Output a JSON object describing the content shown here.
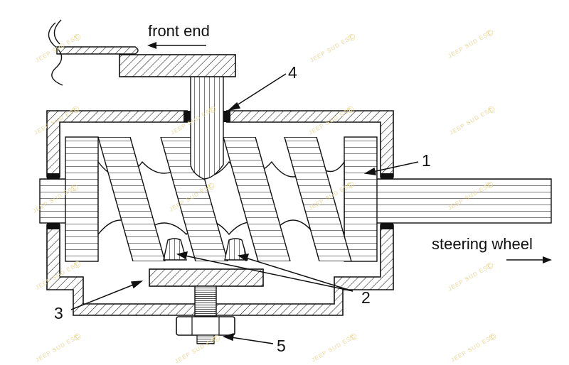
{
  "labels": {
    "front_end": "front end",
    "steering_wheel": "steering wheel"
  },
  "callouts": {
    "c1": "1",
    "c2": "2",
    "c3": "3",
    "c4": "4",
    "c5": "5"
  },
  "watermark": {
    "text": "JEEP SUD EST",
    "symbol": "©",
    "color": "#e8d79a"
  },
  "colors": {
    "line": "#111111",
    "background": "#ffffff"
  }
}
